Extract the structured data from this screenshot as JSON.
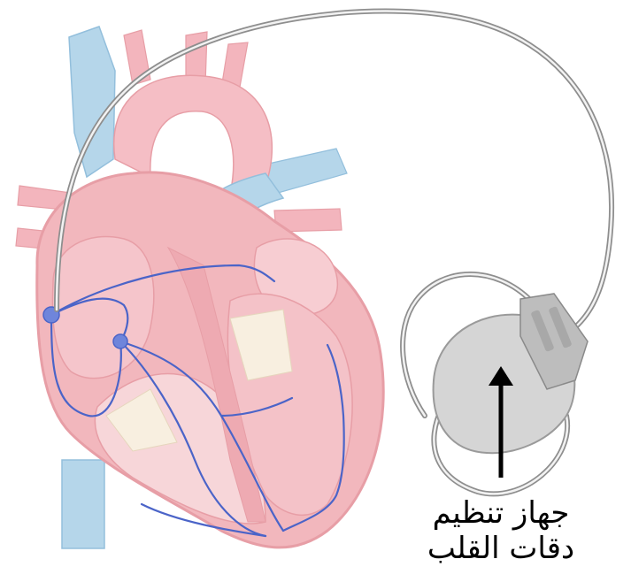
{
  "figure": {
    "subject": "heart-with-pacemaker",
    "colors": {
      "heart_fill": "#f2b7bd",
      "heart_outline": "#e79ea6",
      "vein_blue": "#b5d6ea",
      "artery_pink": "#f3b5bd",
      "conduction_blue": "#4b64c8",
      "pacemaker_fill": "#d5d5d5",
      "lead_gray": "#8e8e8e",
      "label_color": "#000000"
    },
    "label": {
      "line1": "جهاز تنظيم",
      "line2": "دقات القلب"
    },
    "icons": [
      "heart",
      "pacemaker",
      "lead-wire",
      "arrow-up"
    ]
  }
}
